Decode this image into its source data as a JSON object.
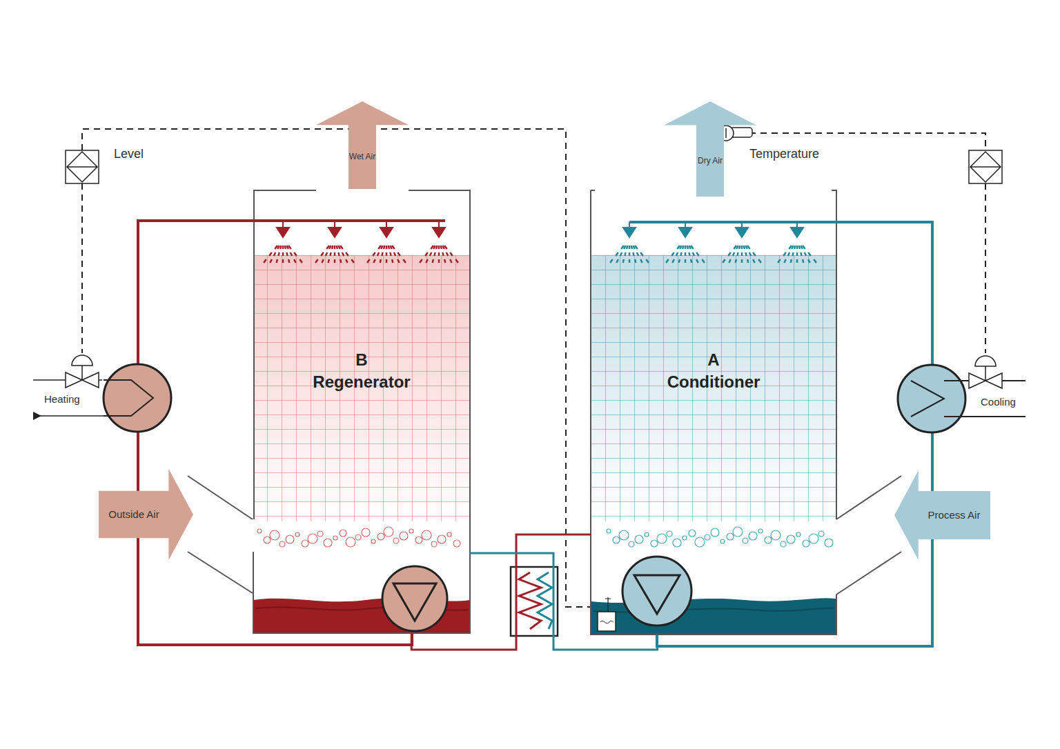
{
  "diagram": {
    "nodes": [
      {
        "text": [
          "Wet Air"
        ]
      },
      {
        "text": [
          "Dry Air"
        ]
      },
      {
        "text": [
          "B",
          "Regenerator"
        ]
      },
      {
        "text": [
          "A",
          "Conditioner"
        ]
      },
      {
        "text": [
          "Outside Air"
        ]
      },
      {
        "text": [
          "Process Air"
        ]
      }
    ],
    "edges": [
      {
        "from": 2,
        "to": 3,
        "arrow": "none"
      },
      {
        "from": 3,
        "to": 2,
        "arrow": "none"
      }
    ],
    "labels": [
      "Level",
      "Temperature",
      "Heating",
      "Cooling"
    ]
  }
}
